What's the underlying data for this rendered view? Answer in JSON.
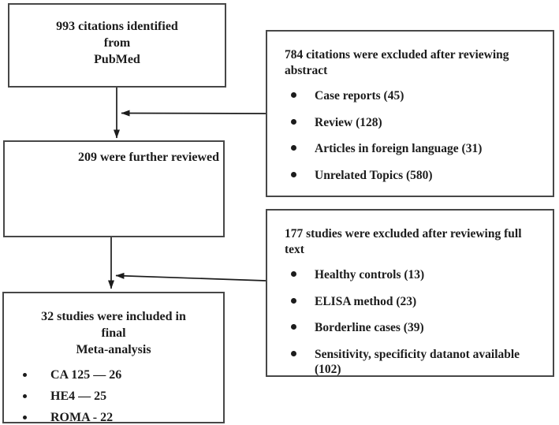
{
  "flowchart": {
    "boxes": {
      "identified": {
        "lines": [
          "993 citations identified",
          "from",
          "PubMed"
        ]
      },
      "reviewed": {
        "text": "209 were further reviewed"
      },
      "excluded_abstract": {
        "heading": "784 citations were excluded after reviewing abstract",
        "bullets": [
          "Case reports (45)",
          "Review (128)",
          "Articles in foreign language (31)",
          "Unrelated Topics (580)"
        ]
      },
      "excluded_fulltext": {
        "heading": "177 studies were excluded after reviewing full text",
        "bullets": [
          "Healthy controls (13)",
          "ELISA method (23)",
          "Borderline cases (39)",
          "Sensitivity, specificity datanot available (102)"
        ]
      },
      "included": {
        "lines": [
          "32 studies were included in",
          "final",
          "Meta-analysis"
        ],
        "bullets": [
          "CA 125 — 26",
          "HE4 — 25",
          "ROMA - 22"
        ]
      }
    },
    "colors": {
      "border": "#474747",
      "text": "#1c1c1c",
      "background": "#ffffff"
    }
  }
}
